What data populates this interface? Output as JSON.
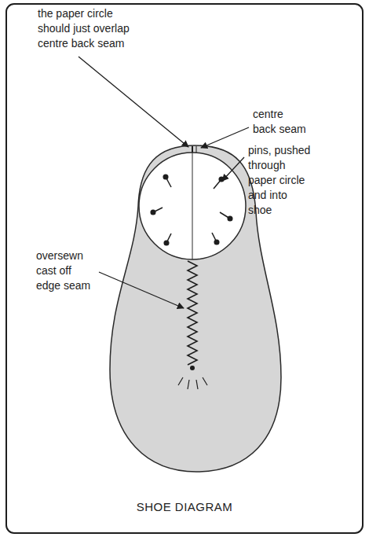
{
  "diagram": {
    "caption": "SHOE DIAGRAM",
    "labels": [
      "the paper circle should just overlap centre back seam",
      "centre back seam",
      "pins, pushed through paper circle and into shoe",
      "oversewn cast off edge seam"
    ]
  }
}
